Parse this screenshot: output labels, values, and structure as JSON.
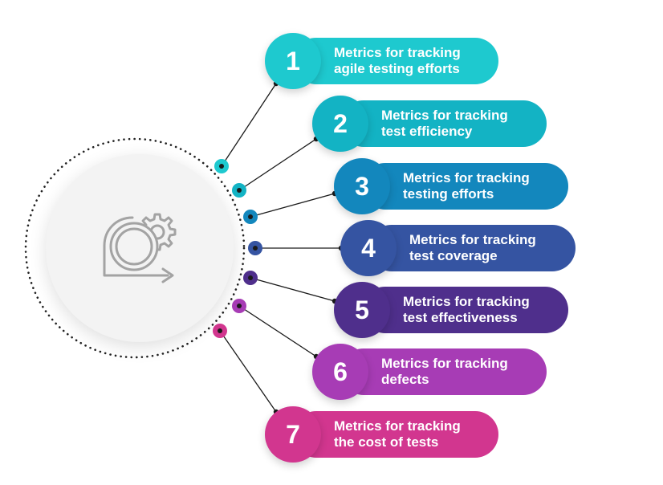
{
  "center": {
    "icon": "gear-arc-arrow-icon",
    "icon_color": "#a0a0a0"
  },
  "items": [
    {
      "number": "1",
      "line1": "Metrics for tracking",
      "line2": "agile testing efforts",
      "color": "#1ec9cf"
    },
    {
      "number": "2",
      "line1": "Metrics for tracking",
      "line2": "test efficiency",
      "color": "#13b3c4"
    },
    {
      "number": "3",
      "line1": "Metrics for tracking",
      "line2": "testing efforts",
      "color": "#1387bd"
    },
    {
      "number": "4",
      "line1": "Metrics for tracking",
      "line2": "test coverage",
      "color": "#3554a2"
    },
    {
      "number": "5",
      "line1": "Metrics for tracking",
      "line2": "test effectiveness",
      "color": "#4f2f8c"
    },
    {
      "number": "6",
      "line1": "Metrics for tracking",
      "line2": "defects",
      "color": "#a73cb5"
    },
    {
      "number": "7",
      "line1": "Metrics for tracking",
      "line2": "the cost of tests",
      "color": "#d2368f"
    }
  ]
}
